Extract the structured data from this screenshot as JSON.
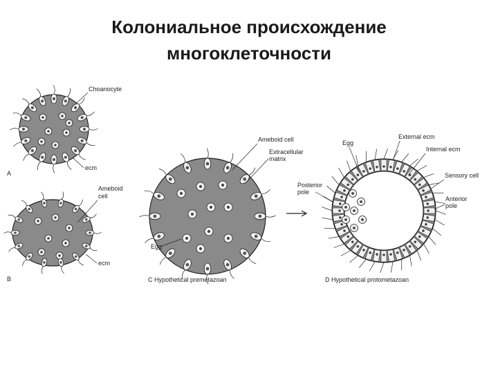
{
  "title": {
    "line1": "Колониальное происхождение",
    "line2": "многоклеточности"
  },
  "panels": {
    "A": {
      "letter": "A",
      "labels": [
        "Choanocyte",
        "ecm"
      ]
    },
    "B": {
      "letter": "B",
      "labels": [
        "Ameboid",
        "cell",
        "ecm"
      ]
    },
    "C": {
      "caption": "C  Hypothetical premetazoan",
      "labels": [
        "Ameboid cell",
        "Extracellular",
        "matrix",
        "Egg"
      ]
    },
    "D": {
      "caption": "D  Hypothetical protometazoan",
      "labels": [
        "Egg",
        "External ecm",
        "Internal ecm",
        "Sensory cell",
        "Posterior",
        "pole",
        "Anterior",
        "pole"
      ]
    }
  },
  "colors": {
    "ecm": "#8a8a8a",
    "cell": "#f2f2f2",
    "ink": "#222222"
  }
}
